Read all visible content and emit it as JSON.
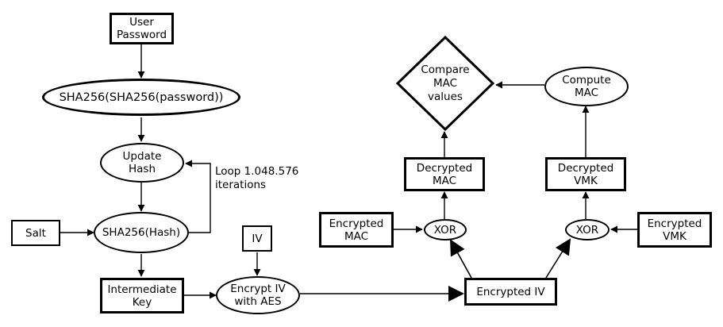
{
  "nodes": {
    "user_password": "User\nPassword",
    "sha_double": "SHA256(SHA256(password))",
    "update_hash": "Update\nHash",
    "sha_hash": "SHA256(Hash)",
    "salt": "Salt",
    "intermediate_key": "Intermediate\nKey",
    "iv": "IV",
    "encrypt_iv": "Encrypt IV\nwith AES",
    "encrypted_iv": "Encrypted IV",
    "encrypted_mac": "Encrypted\nMAC",
    "xor_left": "XOR",
    "decrypted_mac": "Decrypted\nMAC",
    "compare_mac": "Compare\nMAC\nvalues",
    "compute_mac": "Compute\nMAC",
    "decrypted_vmk": "Decrypted\nVMK",
    "xor_right": "XOR",
    "encrypted_vmk": "Encrypted\nVMK"
  },
  "loop_label": "Loop 1.048.576\niterations"
}
